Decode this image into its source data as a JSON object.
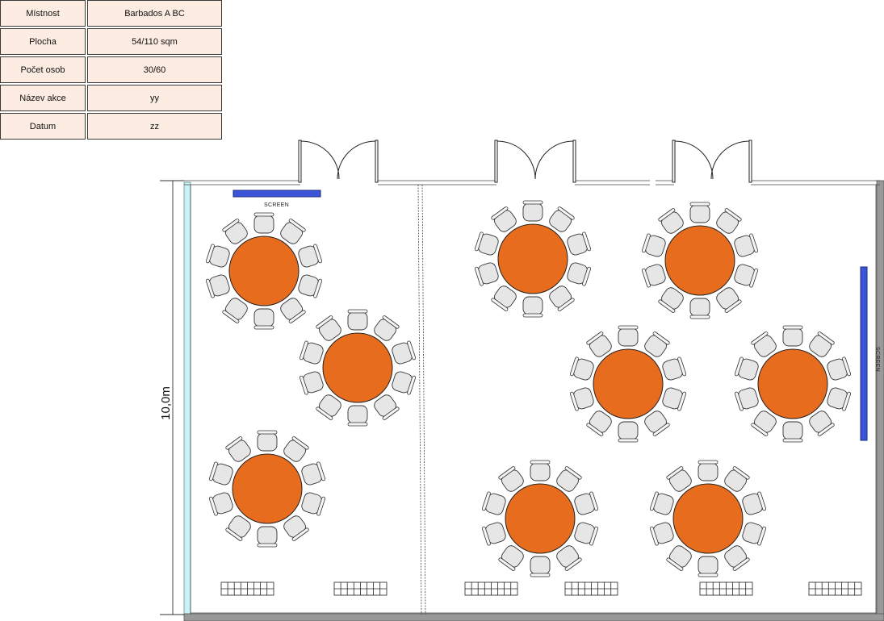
{
  "info": {
    "rows": [
      {
        "label": "Místnost",
        "value": "Barbados A BC"
      },
      {
        "label": "Plocha",
        "value": "54/110 sqm"
      },
      {
        "label": "Počet osob",
        "value": "30/60"
      },
      {
        "label": "Název akce",
        "value": "yy"
      },
      {
        "label": "Datum",
        "value": "zz"
      }
    ]
  },
  "plan": {
    "dimension_label": "10,0m",
    "screen_label": "SCREEN",
    "table_color": "#e86c1e",
    "chair_color": "#e6e6e6",
    "screen_color": "#3a55d8",
    "window_color": "#c8f4f7",
    "wall_color": "#999999"
  }
}
